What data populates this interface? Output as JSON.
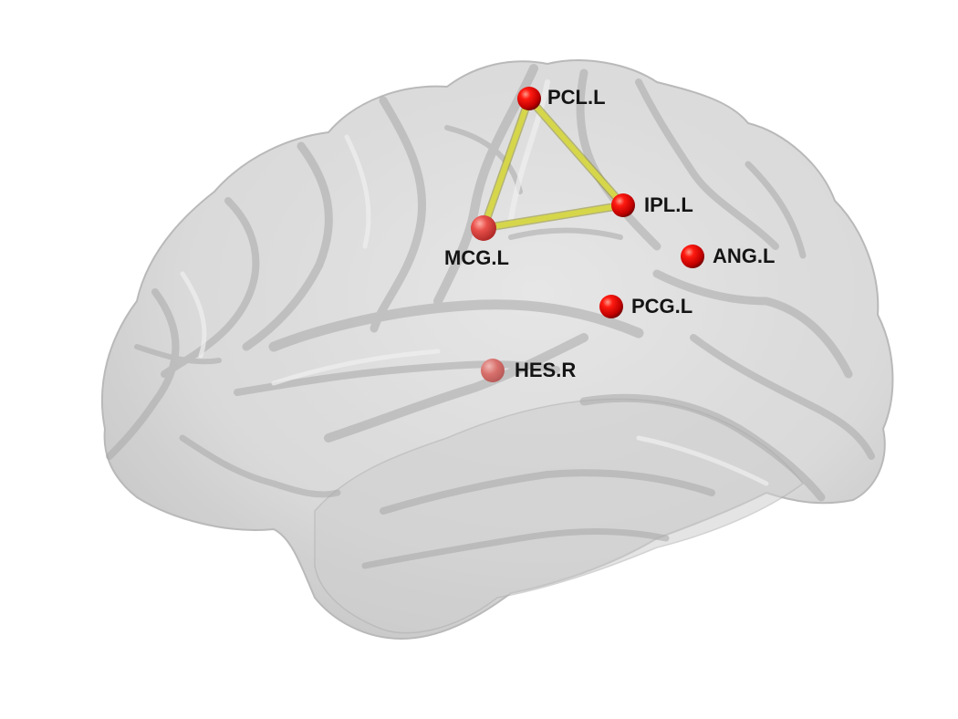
{
  "colors": {
    "background": "#ffffff",
    "brain_fill": "#d9d9d9",
    "brain_stroke": "#b4b4b4",
    "fold_shade": "#a9a9a9",
    "node": "#e0140f",
    "node_dark": "#7a0000",
    "edge": "#d6d64a",
    "label": "#141414"
  },
  "nodes": [
    {
      "id": "PCL.L",
      "label": "PCL.L",
      "depth": "near"
    },
    {
      "id": "IPL.L",
      "label": "IPL.L",
      "depth": "near"
    },
    {
      "id": "MCG.L",
      "label": "MCG.L",
      "depth": "deep"
    },
    {
      "id": "ANG.L",
      "label": "ANG.L",
      "depth": "near"
    },
    {
      "id": "PCG.L",
      "label": "PCG.L",
      "depth": "near"
    },
    {
      "id": "HES.R",
      "label": "HES.R",
      "depth": "far"
    }
  ],
  "edges": [
    {
      "source": "PCL.L",
      "target": "IPL.L"
    },
    {
      "source": "PCL.L",
      "target": "MCG.L"
    },
    {
      "source": "MCG.L",
      "target": "IPL.L"
    }
  ]
}
